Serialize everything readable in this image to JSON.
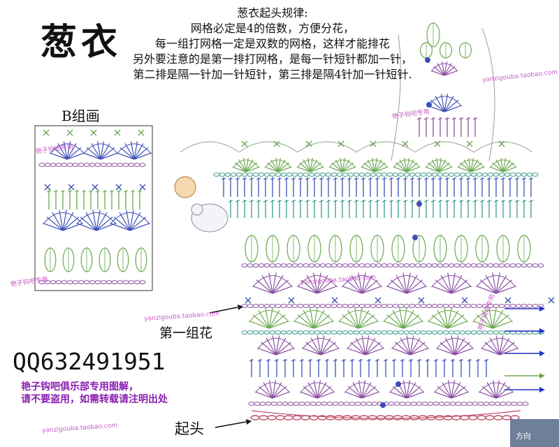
{
  "title": "葱衣",
  "rules": [
    "葱衣起头规律:",
    "网格必定是4的倍数，方便分花，",
    "每一组打网格一定是双数的网格，这样才能排花",
    "另外要注意的是第一排打网格，是每一针短针都加一针，",
    "第二排是隔一针加一针短针，第三排是隔4针加一针短针."
  ],
  "labels": {
    "b_group": "B组画",
    "first_group": "第一组花",
    "start": "起头",
    "direction": "方向"
  },
  "contact": {
    "qq": "QQ632491951"
  },
  "notice": [
    "艳子钩吧俱乐部专用图解，",
    "请不要盗用，如需转载请注明出处"
  ],
  "watermarks": {
    "site": "yanzigouba.taobao.com",
    "brand": "艳子钩吧专用"
  },
  "colors": {
    "green": "#6aa84f",
    "blue": "#3d4fb5",
    "purple": "#8a4fa0",
    "teal": "#3a9a8a",
    "chain_red": "#c0506a",
    "arrow": "#2233cc",
    "notice": "#8b1fb0"
  }
}
